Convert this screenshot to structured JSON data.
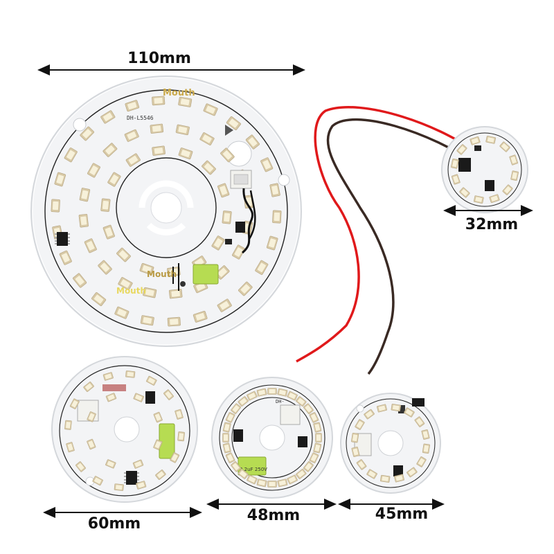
{
  "dimensions": {
    "large": "110mm",
    "small_wired": "32mm",
    "bottom_left": "60mm",
    "bottom_middle": "48mm",
    "bottom_right": "45mm"
  },
  "board_text": {
    "large_brand_top": "Mouth",
    "large_model": "DH-L5546",
    "large_brand_mid": "Mouth",
    "large_brand_yellow": "Mouth",
    "middle_model": "DH-",
    "cap_text": "2.2uF 250V"
  },
  "colors": {
    "pcb": "#f3f4f6",
    "led_frame": "#d8c9a6",
    "led_phosphor": "#f5eed4",
    "wire_red": "#e0191b",
    "wire_brown": "#3a2a24",
    "capacitor": "#b6dc52"
  }
}
